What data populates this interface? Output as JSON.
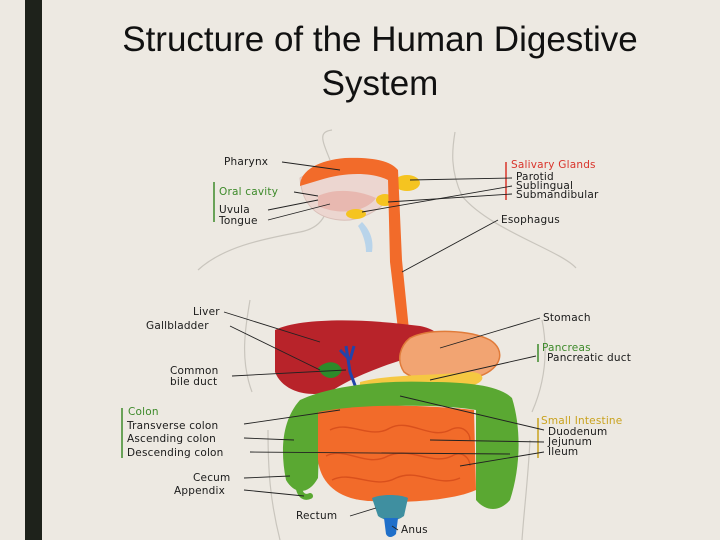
{
  "title": "Structure of the Human Digestive System",
  "colors": {
    "esophagus": "#f26b2a",
    "liver": "#b8232a",
    "stomach": "#f2a472",
    "colon": "#5aa832",
    "small_intestine": "#f26b2a",
    "pancreas": "#f5c842",
    "salivary": "#f5c420",
    "rectum": "#3f8fa0",
    "anus": "#1f6fc9",
    "bile_duct": "#2244aa",
    "gallbladder": "#2d8a2a"
  },
  "labels": {
    "pharynx": "Pharynx",
    "oral_cavity": "Oral cavity",
    "uvula": "Uvula",
    "tongue": "Tongue",
    "salivary_glands": "Salivary Glands",
    "parotid": "Parotid",
    "sublingual": "Sublingual",
    "submandibular": "Submandibular",
    "esophagus": "Esophagus",
    "liver": "Liver",
    "gallbladder": "Gallbladder",
    "stomach": "Stomach",
    "pancreas": "Pancreas",
    "pancreatic_duct": "Pancreatic duct",
    "common": "Common",
    "bile_duct": "bile duct",
    "colon": "Colon",
    "transverse_colon": "Transverse colon",
    "ascending_colon": "Ascending colon",
    "descending_colon": "Descending colon",
    "small_intestine": "Small Intestine",
    "duodenum": "Duodenum",
    "jejunum": "Jejunum",
    "ileum": "Ileum",
    "cecum": "Cecum",
    "appendix": "Appendix",
    "rectum": "Rectum",
    "anus": "Anus"
  }
}
